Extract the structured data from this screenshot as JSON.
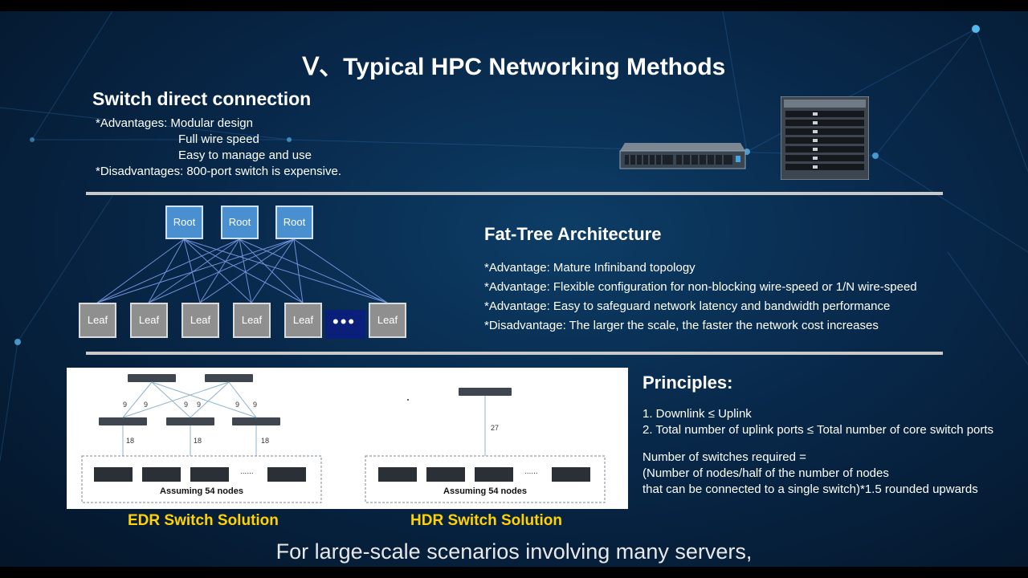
{
  "title": "Ⅴ、Typical HPC Networking Methods",
  "switch_direct": {
    "heading": "Switch direct connection",
    "lines": [
      "*Advantages: Modular design",
      "Full wire speed",
      "Easy to manage and use",
      "*Disadvantages: 800-port switch is expensive."
    ]
  },
  "fat_tree": {
    "heading": "Fat-Tree Architecture",
    "lines": [
      "*Advantage: Mature Infiniband topology",
      "*Advantage: Flexible configuration for non-blocking wire-speed or 1/N wire-speed",
      "*Advantage: Easy to safeguard network latency and bandwidth performance",
      "*Disadvantage: The larger the scale, the faster the network cost increases"
    ],
    "root_label": "Root",
    "leaf_label": "Leaf",
    "ellipsis": "•••"
  },
  "diagram": {
    "edr_uplink": "9",
    "edr_downlink": "18",
    "hdr_link": "27",
    "nodes_note": "Assuming 54 nodes",
    "dots": "......"
  },
  "captions": {
    "edr": "EDR Switch Solution",
    "hdr": "HDR Switch Solution"
  },
  "principles": {
    "heading": "Principles:",
    "rules": [
      "1. Downlink ≤ Uplink",
      "2. Total number of uplink ports ≤ Total number of core switch ports"
    ],
    "formula": [
      "Number of switches required =",
      "(Number of nodes/half of the number of nodes",
      "that can be connected to a single switch)*1.5 rounded upwards"
    ]
  },
  "subtitle": "For large-scale scenarios involving many servers,",
  "colors": {
    "root": "#4a8fd0",
    "leaf": "#8f8f8f",
    "caption": "#ffd200",
    "divider": "#c9c9c9"
  }
}
